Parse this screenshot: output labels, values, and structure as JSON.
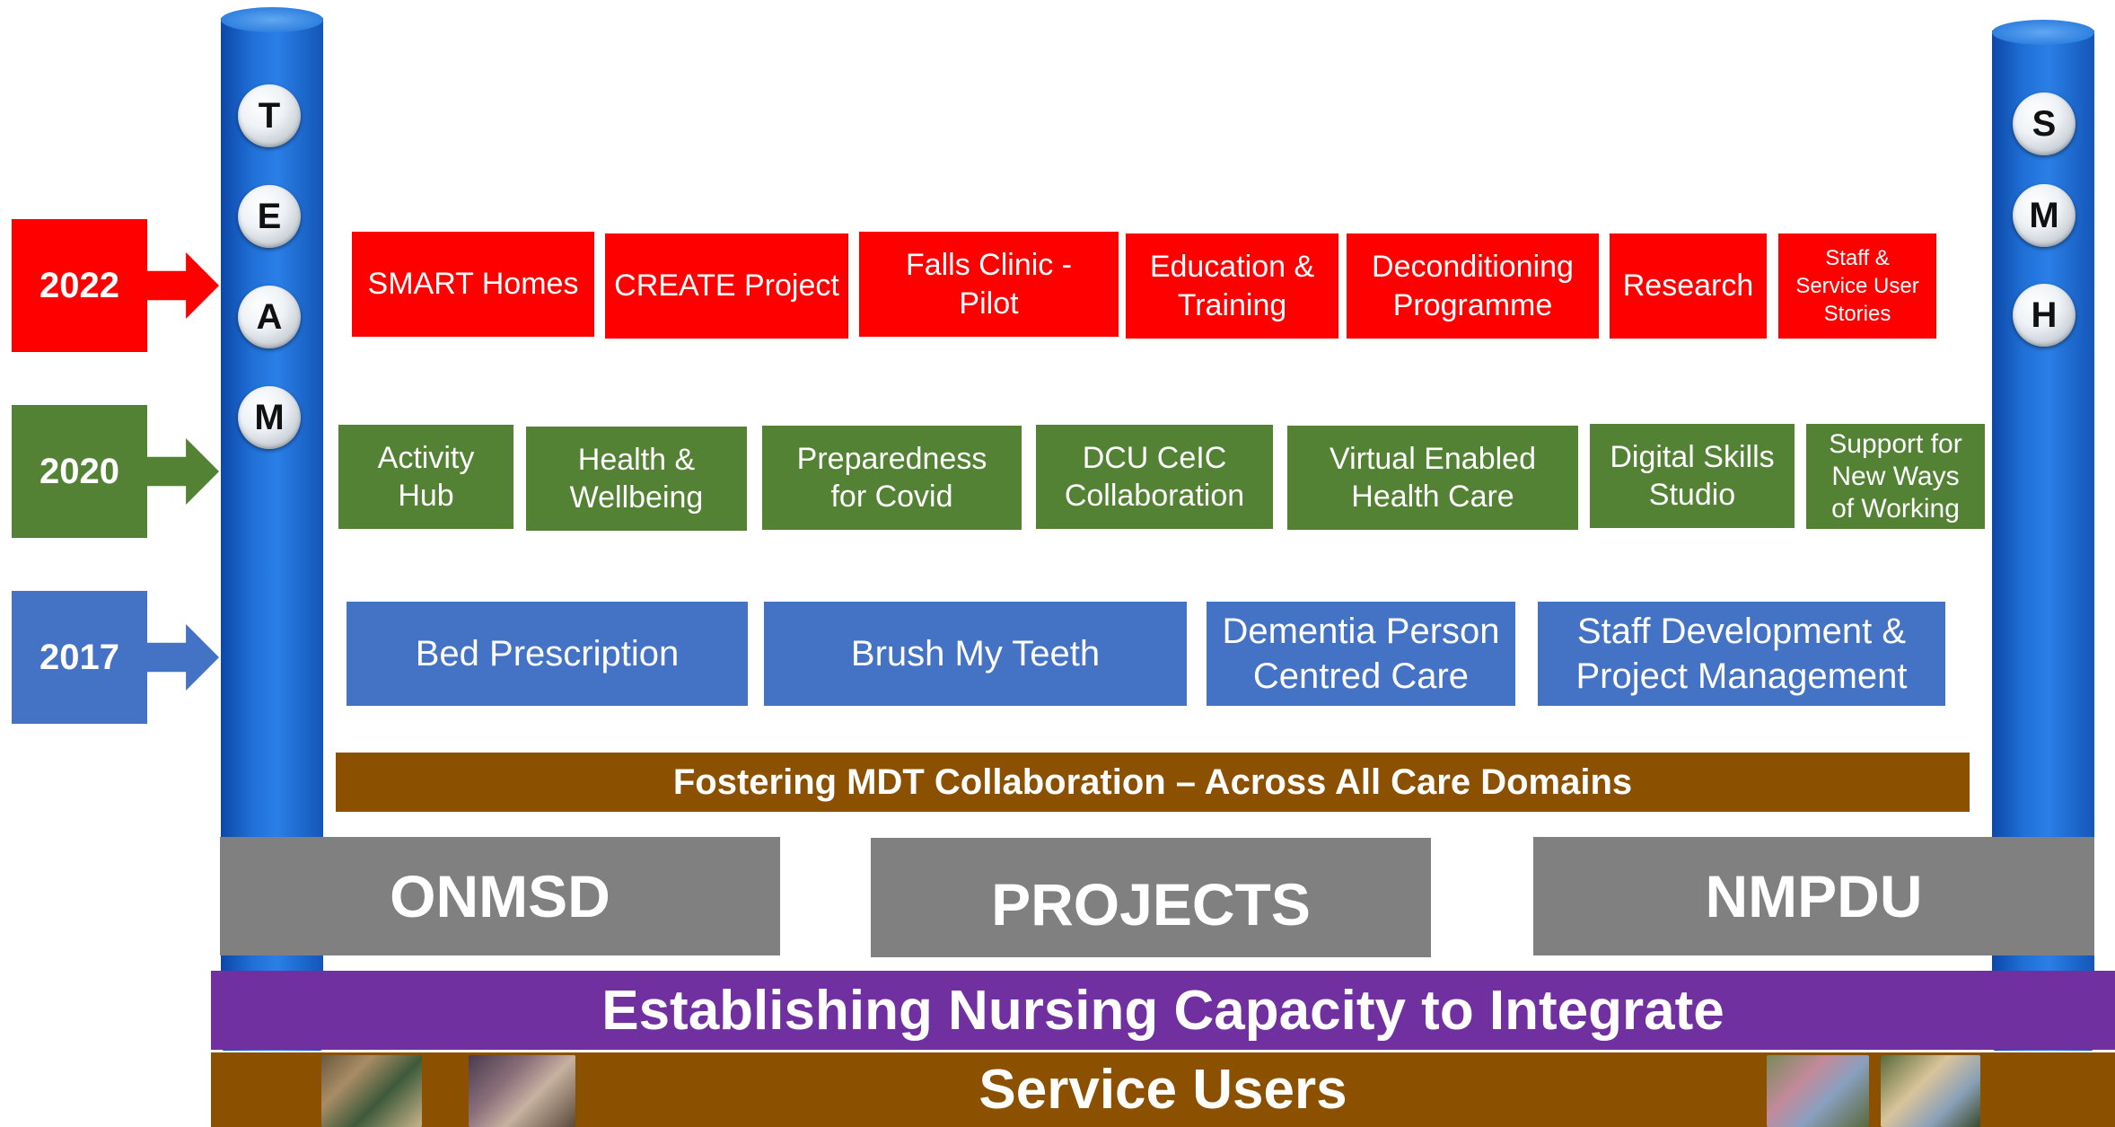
{
  "team_letters": [
    "T",
    "E",
    "A",
    "M"
  ],
  "smh_letters": [
    "S",
    "M",
    "H"
  ],
  "years": [
    {
      "label": "2022",
      "color": "#ff0000"
    },
    {
      "label": "2020",
      "color": "#548235"
    },
    {
      "label": "2017",
      "color": "#4472c4"
    }
  ],
  "row_2022": [
    "SMART Homes",
    "CREATE Project",
    "Falls Clinic -\nPilot",
    "Education &\nTraining",
    "Deconditioning\nProgramme",
    "Research",
    "Staff &\nService User\nStories"
  ],
  "row_2020": [
    "Activity\nHub",
    "Health &\nWellbeing",
    "Preparedness\nfor Covid",
    "DCU CeIC\nCollaboration",
    "Virtual Enabled\nHealth Care",
    "Digital Skills\nStudio",
    "Support for\nNew Ways\nof Working"
  ],
  "row_2017": [
    "Bed Prescription",
    "Brush My Teeth",
    "Dementia Person\nCentred Care",
    "Staff Development &\nProject Management"
  ],
  "mdt_banner": "Fostering MDT Collaboration – Across All Care Domains",
  "bases": [
    "ONMSD",
    "PROJECTS",
    "NMPDU"
  ],
  "capacity_banner": "Establishing Nursing Capacity to Integrate",
  "service_banner": "Service Users",
  "colors": {
    "red": "#ff0000",
    "green": "#548235",
    "blue": "#4472c4",
    "brown": "#8b5000",
    "purple": "#7030a0",
    "gray": "#808080",
    "pillar": "#1f6fd6"
  }
}
